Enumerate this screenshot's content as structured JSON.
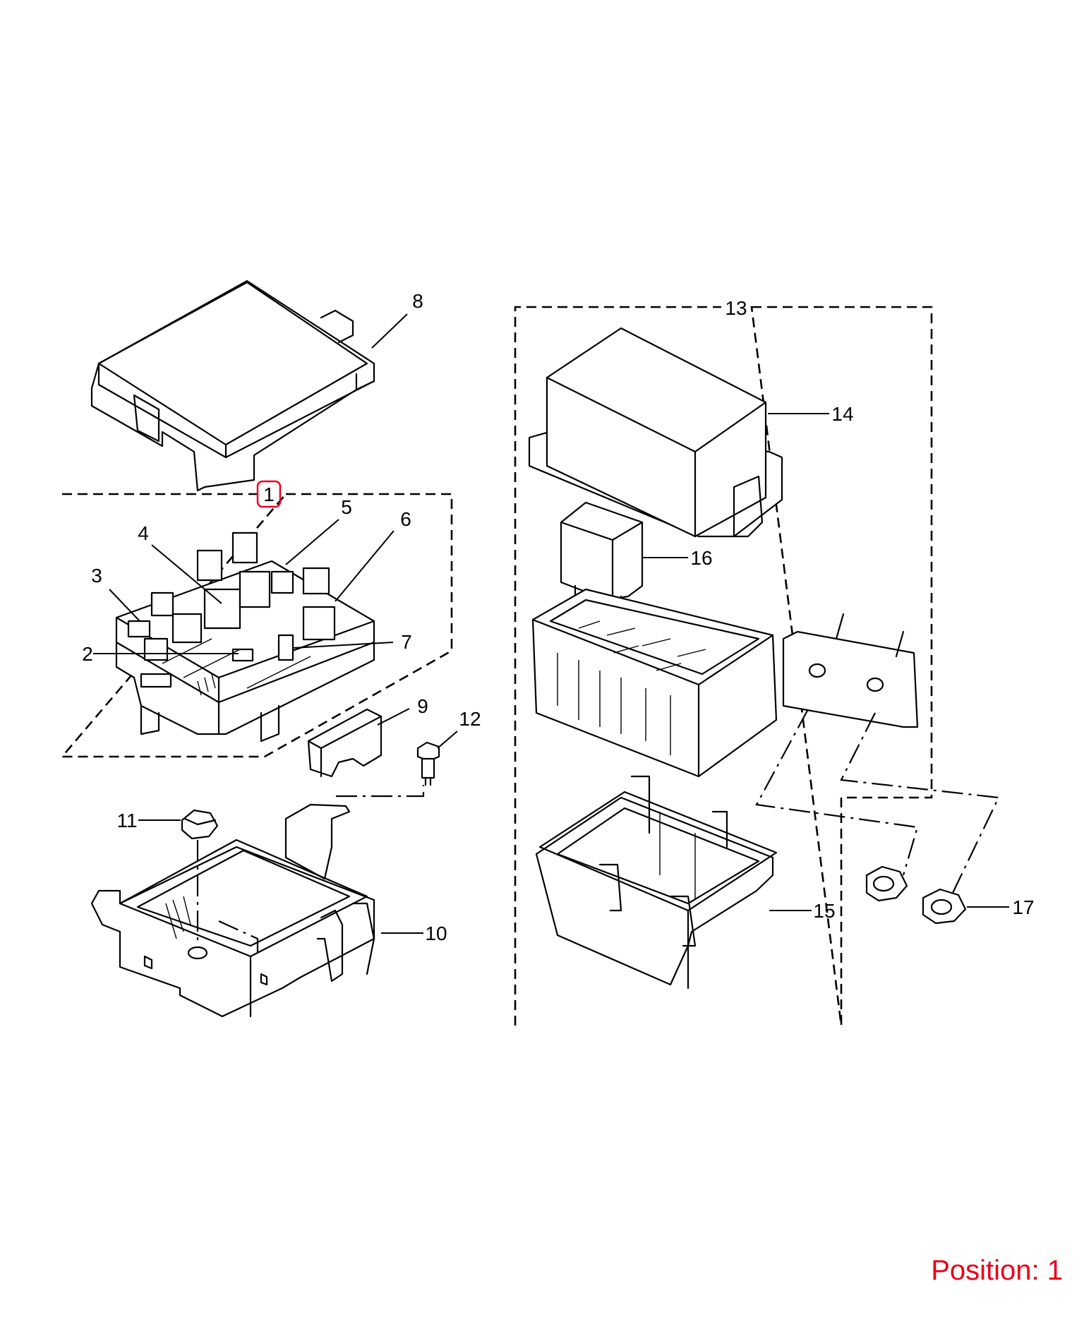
{
  "callouts": {
    "c1": "1",
    "c2": "2",
    "c3": "3",
    "c4": "4",
    "c5": "5",
    "c6": "6",
    "c7": "7",
    "c8": "8",
    "c9": "9",
    "c10": "10",
    "c11": "11",
    "c12": "12",
    "c13": "13",
    "c14": "14",
    "c15": "15",
    "c16": "16",
    "c17": "17"
  },
  "highlight_color": "#e8001a",
  "position_text": "Position: 1"
}
